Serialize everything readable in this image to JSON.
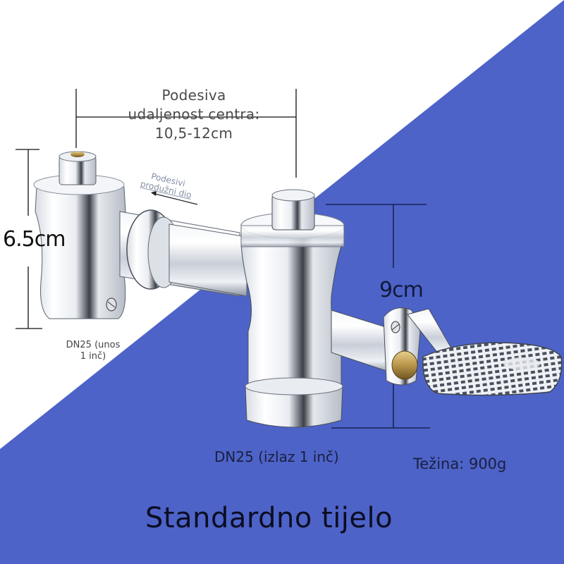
{
  "product": {
    "type": "foot-pedal flush valve",
    "finish": "chrome"
  },
  "annotations": {
    "center_distance": {
      "line1": "Podesiva",
      "line2": "udaljenost centra:",
      "line3": "10,5-12cm"
    },
    "extension": {
      "line1": "Podesivi",
      "line2": "produžni dio"
    },
    "inlet_height": "6.5cm",
    "inlet": {
      "line1": "DN25 (unos",
      "line2": "1 inč)"
    },
    "outlet_height": "9cm",
    "outlet": "DN25 (izlaz 1 inč)",
    "weight": "Težina: 900g"
  },
  "title": "Standardno tijelo",
  "colors": {
    "background_top": "#ffffff",
    "background_bottom": "#4d63c8",
    "dimension_line": "#111111",
    "brass": "#b8954a"
  }
}
